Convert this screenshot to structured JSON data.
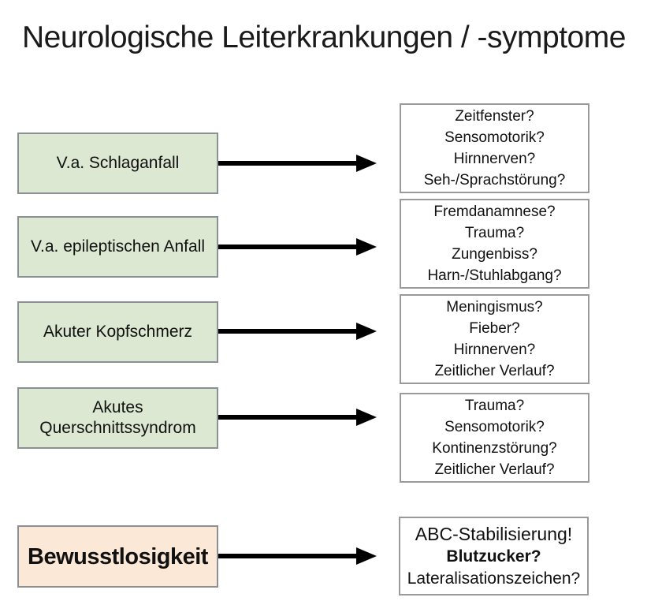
{
  "title": "Neurologische Leiterkrankungen / -symptome",
  "colors": {
    "condition_fill_green": "#dce8d2",
    "condition_fill_highlight": "#fce8d7",
    "box_border": "#8b9095",
    "question_box_border": "#9a9a9a",
    "arrow": "#000000",
    "text": "#1a1a1a"
  },
  "rows": [
    {
      "left": {
        "label": "V.a. Schlaganfall",
        "style": "green"
      },
      "right": {
        "lines": [
          "Zeitfenster?",
          "Sensomotorik?",
          "Hirnnerven?",
          "Seh-/Sprachstörung?"
        ]
      }
    },
    {
      "left": {
        "label": "V.a. epileptischen Anfall",
        "style": "green"
      },
      "right": {
        "lines": [
          "Fremdanamnese?",
          "Trauma?",
          "Zungenbiss?",
          "Harn-/Stuhlabgang?"
        ]
      }
    },
    {
      "left": {
        "label": "Akuter Kopfschmerz",
        "style": "green"
      },
      "right": {
        "lines": [
          "Meningismus?",
          "Fieber?",
          "Hirnnerven?",
          "Zeitlicher Verlauf?"
        ]
      }
    },
    {
      "left": {
        "label": "Akutes Querschnittssyndrom",
        "style": "green"
      },
      "right": {
        "lines": [
          "Trauma?",
          "Sensomotorik?",
          "Kontinenzstörung?",
          "Zeitlicher Verlauf?"
        ]
      }
    },
    {
      "left": {
        "label": "Bewusstlosigkeit",
        "style": "highlight-bold"
      },
      "right": {
        "lines": [
          "ABC-Stabilisierung!",
          "Blutzucker?",
          "Lateralisationszeichen?"
        ]
      }
    }
  ]
}
